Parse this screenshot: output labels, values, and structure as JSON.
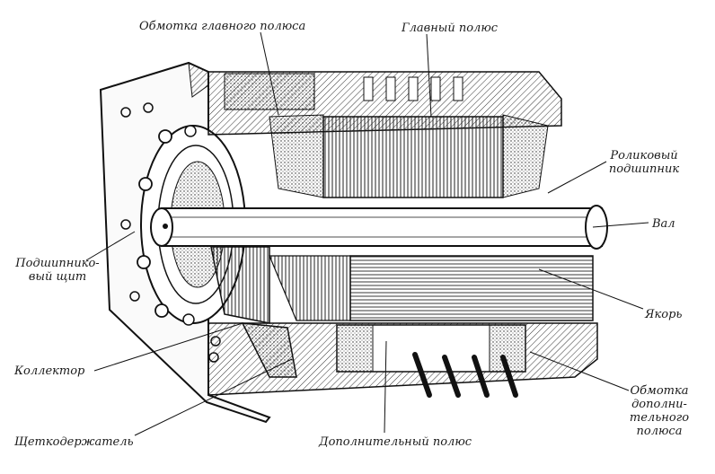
{
  "labels": {
    "main_pole_winding": "Обмотка главного полюса",
    "main_pole": "Главный полюс",
    "roller_bearing_l1": "Роликовый",
    "roller_bearing_l2": "подшипник",
    "shaft": "Вал",
    "bearing_shield_l1": "Подшипнико-",
    "bearing_shield_l2": "вый щит",
    "armature": "Якорь",
    "commutator": "Коллектор",
    "brush_holder": "Щеткодержатель",
    "aux_pole": "Дополнительный полюс",
    "aux_winding_l1": "Обмотка",
    "aux_winding_l2": "дополни-",
    "aux_winding_l3": "тельного",
    "aux_winding_l4": "полюса"
  },
  "colors": {
    "ink": "#1a1a1a",
    "hatch": "#3a3a3a",
    "paper": "#ffffff"
  }
}
